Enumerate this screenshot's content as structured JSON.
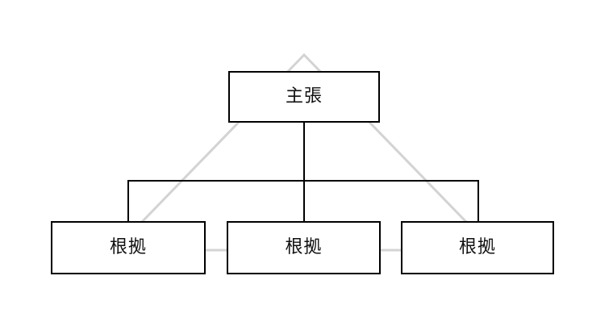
{
  "diagram": {
    "claim": {
      "label": "主張"
    },
    "evidence": [
      {
        "label": "根拠"
      },
      {
        "label": "根拠"
      },
      {
        "label": "根拠"
      }
    ]
  },
  "colors": {
    "triangle": "#d3d3d3",
    "connector": "#000000",
    "box_border": "#000000",
    "box_fill": "#ffffff",
    "text": "#111111",
    "background": "#ffffff"
  }
}
